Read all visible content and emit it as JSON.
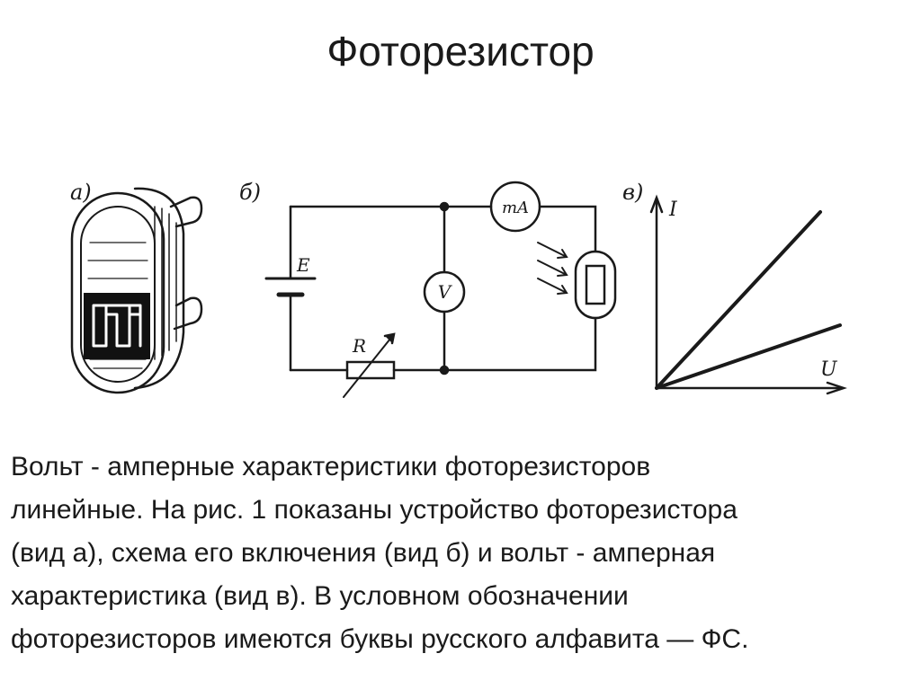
{
  "slide": {
    "title": "Фоторезистор"
  },
  "figure": {
    "panel_a_label": "а)",
    "panel_b_label": "б)",
    "panel_c_label": "в)",
    "source_label": "E",
    "resistor_label": "R",
    "voltmeter_label": "V",
    "ammeter_label": "mA",
    "axis_y_label": "I",
    "axis_x_label": "U"
  },
  "paragraph": {
    "lines": [
      "Вольт - амперные характеристики фоторезисторов",
      "линейные. На рис. 1 показаны устройство фоторезистора",
      "(вид а), схема его включения (вид б) и вольт - амперная",
      "характеристика (вид в). В условном обозначении",
      "фоторезисторов имеются буквы русского алфавита — ФС."
    ]
  }
}
